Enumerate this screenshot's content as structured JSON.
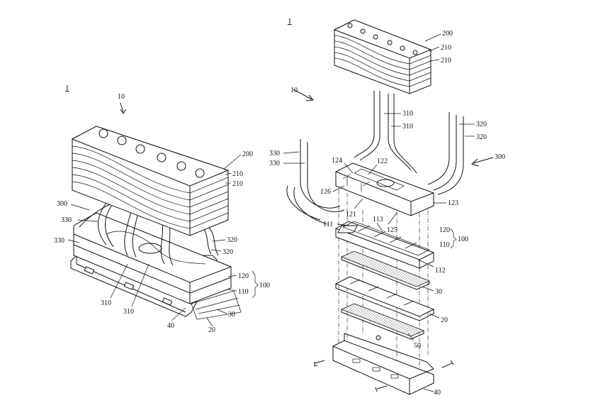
{
  "figure_refs": {
    "left": "1",
    "right": "1"
  },
  "left_view": {
    "labels": {
      "assembly": "10",
      "heatsink": "200",
      "fin_a": "210",
      "fin_b": "210",
      "pipe_group_a": "300",
      "pipe_a1": "330",
      "pipe_a2": "330",
      "pipe_b1": "320",
      "pipe_b2": "320",
      "pipe_c1": "310",
      "pipe_c2": "310",
      "upper_plate": "120",
      "lower_plate": "110",
      "base_unit": "100",
      "pad": "30",
      "module": "20",
      "bracket": "40"
    }
  },
  "right_view": {
    "labels": {
      "assembly": "10",
      "heatsink": "200",
      "fin_a": "210",
      "fin_b": "210",
      "pipe_c1": "310",
      "pipe_c2": "310",
      "pipe_b1": "320",
      "pipe_b2": "320",
      "pipe_group": "300",
      "pipe_a1": "330",
      "pipe_a2": "330",
      "part_124": "124",
      "part_122": "122",
      "part_126": "126",
      "part_123": "123",
      "part_121": "121",
      "part_125": "125",
      "upper_plate": "120",
      "lower_plate": "110",
      "base_unit": "100",
      "part_111": "111",
      "part_113": "113",
      "part_112": "112",
      "pad": "30",
      "module": "20",
      "pad2": "50",
      "bracket": "40"
    }
  }
}
